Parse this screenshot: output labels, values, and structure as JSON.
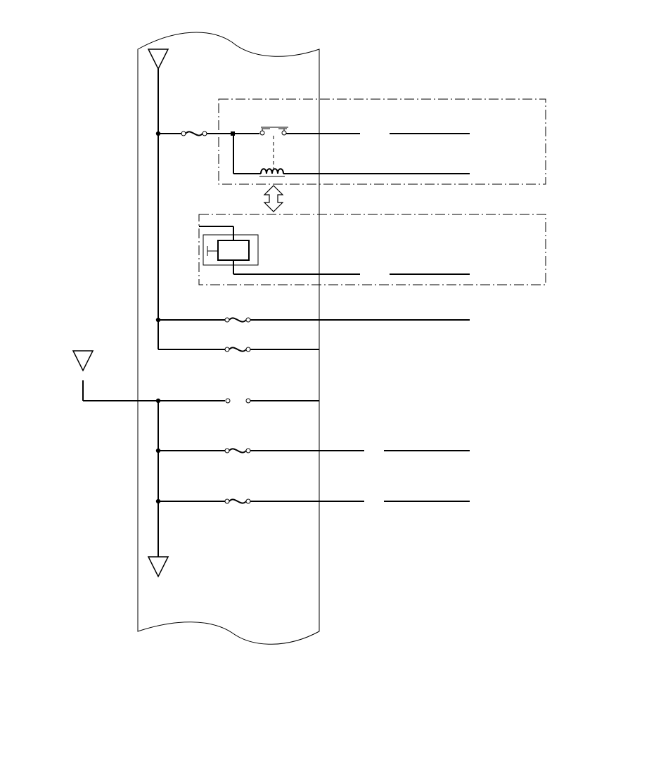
{
  "diagram": {
    "type": "wiring-schematic",
    "colors": {
      "line": "#000000",
      "background": "#ffffff"
    },
    "components": [
      {
        "kind": "ground-triangle",
        "role": "top-bus-ground"
      },
      {
        "kind": "ground-triangle",
        "role": "bottom-bus-ground"
      },
      {
        "kind": "antenna-triangle",
        "role": "left-input"
      },
      {
        "kind": "fuse",
        "role": "relay-feed"
      },
      {
        "kind": "relay",
        "parts": [
          "switch-contact",
          "coil"
        ]
      },
      {
        "kind": "actuator",
        "role": "bistable-arrow-linked-device"
      },
      {
        "kind": "fuse",
        "role": "branch-1"
      },
      {
        "kind": "fuse",
        "role": "branch-2"
      },
      {
        "kind": "open-connector",
        "role": "branch-3"
      },
      {
        "kind": "fuse",
        "role": "branch-4"
      },
      {
        "kind": "fuse",
        "role": "branch-5"
      }
    ],
    "labels": []
  }
}
